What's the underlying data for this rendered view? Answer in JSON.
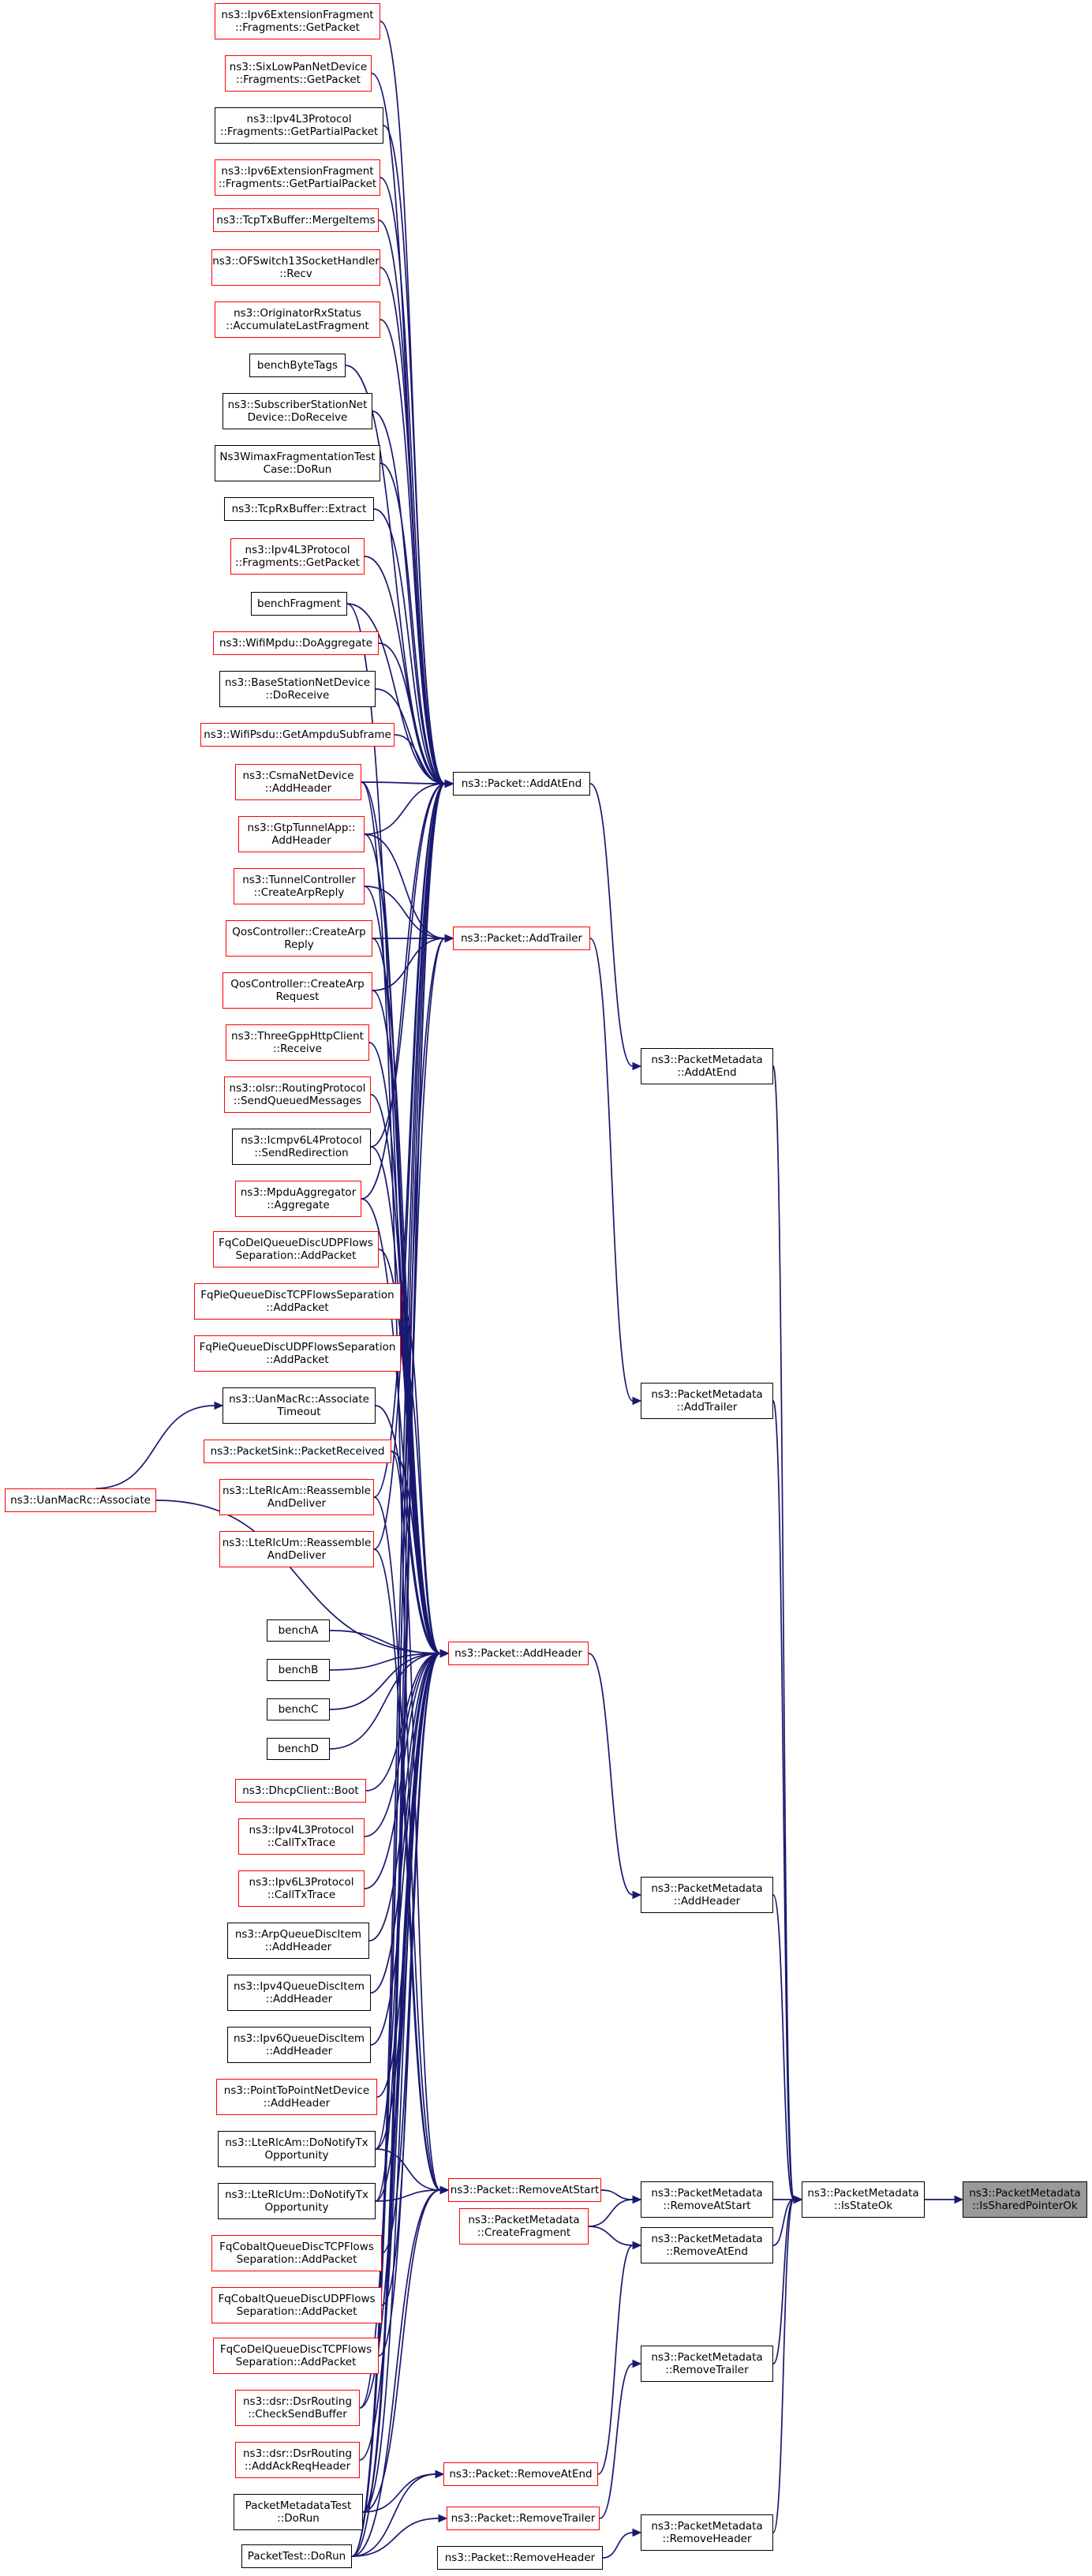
{
  "colors": {
    "edge": "#191970",
    "border_default": "#000000",
    "border_link": "#ff0000",
    "target_fill": "#999999"
  },
  "nodes": [
    {
      "id": "n_ipv6ext_getpacket",
      "lines": [
        "ns3::Ipv6ExtensionFragment",
        "::Fragments::GetPacket"
      ],
      "border": "red"
    },
    {
      "id": "n_sixlowpan_getpacket",
      "lines": [
        "ns3::SixLowPanNetDevice",
        "::Fragments::GetPacket"
      ],
      "border": "red"
    },
    {
      "id": "n_ipv4_getpartial",
      "lines": [
        "ns3::Ipv4L3Protocol",
        "::Fragments::GetPartialPacket"
      ],
      "border": "black"
    },
    {
      "id": "n_ipv6ext_getpartial",
      "lines": [
        "ns3::Ipv6ExtensionFragment",
        "::Fragments::GetPartialPacket"
      ],
      "border": "red"
    },
    {
      "id": "n_tcptx_merge",
      "lines": [
        "ns3::TcpTxBuffer::MergeItems"
      ],
      "border": "red"
    },
    {
      "id": "n_ofswitch_recv",
      "lines": [
        "ns3::OFSwitch13SocketHandler",
        "::Recv"
      ],
      "border": "red"
    },
    {
      "id": "n_originator_accum",
      "lines": [
        "ns3::OriginatorRxStatus",
        "::AccumulateLastFragment"
      ],
      "border": "red"
    },
    {
      "id": "n_benchbytetags",
      "lines": [
        "benchByteTags"
      ],
      "border": "black"
    },
    {
      "id": "n_subscriber_doreceive",
      "lines": [
        "ns3::SubscriberStationNet",
        "Device::DoReceive"
      ],
      "border": "black"
    },
    {
      "id": "n_ns3wimax_dorun",
      "lines": [
        "Ns3WimaxFragmentationTest",
        "Case::DoRun"
      ],
      "border": "black"
    },
    {
      "id": "n_tcprx_extract",
      "lines": [
        "ns3::TcpRxBuffer::Extract"
      ],
      "border": "black"
    },
    {
      "id": "n_ipv4_getpacket",
      "lines": [
        "ns3::Ipv4L3Protocol",
        "::Fragments::GetPacket"
      ],
      "border": "red"
    },
    {
      "id": "n_benchfragment",
      "lines": [
        "benchFragment"
      ],
      "border": "black"
    },
    {
      "id": "n_wifimpdu_doagg",
      "lines": [
        "ns3::WifiMpdu::DoAggregate"
      ],
      "border": "red"
    },
    {
      "id": "n_basestation_doreceive",
      "lines": [
        "ns3::BaseStationNetDevice",
        "::DoReceive"
      ],
      "border": "black"
    },
    {
      "id": "n_wifipsdu_getampdu",
      "lines": [
        "ns3::WifiPsdu::GetAmpduSubframe"
      ],
      "border": "red"
    },
    {
      "id": "n_csma_addheader",
      "lines": [
        "ns3::CsmaNetDevice",
        "::AddHeader"
      ],
      "border": "red"
    },
    {
      "id": "n_gtp_addheader",
      "lines": [
        "ns3::GtpTunnelApp::",
        "AddHeader"
      ],
      "border": "red"
    },
    {
      "id": "n_tunnel_arpreply",
      "lines": [
        "ns3::TunnelController",
        "::CreateArpReply"
      ],
      "border": "red"
    },
    {
      "id": "n_qos_arpreply",
      "lines": [
        "QosController::CreateArp",
        "Reply"
      ],
      "border": "red"
    },
    {
      "id": "n_qos_arprequest",
      "lines": [
        "QosController::CreateArp",
        "Request"
      ],
      "border": "red"
    },
    {
      "id": "n_threegpp_receive",
      "lines": [
        "ns3::ThreeGppHttpClient",
        "::Receive"
      ],
      "border": "red"
    },
    {
      "id": "n_olsr_sendqueued",
      "lines": [
        "ns3::olsr::RoutingProtocol",
        "::SendQueuedMessages"
      ],
      "border": "red"
    },
    {
      "id": "n_icmpv6_sendredir",
      "lines": [
        "ns3::Icmpv6L4Protocol",
        "::SendRedirection"
      ],
      "border": "black"
    },
    {
      "id": "n_mpdu_aggregate",
      "lines": [
        "ns3::MpduAggregator",
        "::Aggregate"
      ],
      "border": "red"
    },
    {
      "id": "n_fqcodel_udp",
      "lines": [
        "FqCoDelQueueDiscUDPFlows",
        "Separation::AddPacket"
      ],
      "border": "red"
    },
    {
      "id": "n_fqpie_tcp",
      "lines": [
        "FqPieQueueDiscTCPFlowsSeparation",
        "::AddPacket"
      ],
      "border": "red"
    },
    {
      "id": "n_fqpie_udp",
      "lines": [
        "FqPieQueueDiscUDPFlowsSeparation",
        "::AddPacket"
      ],
      "border": "red"
    },
    {
      "id": "n_uanmac_assoc_timeout",
      "lines": [
        "ns3::UanMacRc::Associate",
        "Timeout"
      ],
      "border": "black"
    },
    {
      "id": "n_packetsink_received",
      "lines": [
        "ns3::PacketSink::PacketReceived"
      ],
      "border": "red"
    },
    {
      "id": "n_lterlcam_reassemble",
      "lines": [
        "ns3::LteRlcAm::Reassemble",
        "AndDeliver"
      ],
      "border": "red"
    },
    {
      "id": "n_lterlcum_reassemble",
      "lines": [
        "ns3::LteRlcUm::Reassemble",
        "AndDeliver"
      ],
      "border": "red"
    },
    {
      "id": "n_uanmac_associate",
      "lines": [
        "ns3::UanMacRc::Associate"
      ],
      "border": "red"
    },
    {
      "id": "n_bencha",
      "lines": [
        "benchA"
      ],
      "border": "black"
    },
    {
      "id": "n_benchb",
      "lines": [
        "benchB"
      ],
      "border": "black"
    },
    {
      "id": "n_benchc",
      "lines": [
        "benchC"
      ],
      "border": "black"
    },
    {
      "id": "n_benchd",
      "lines": [
        "benchD"
      ],
      "border": "black"
    },
    {
      "id": "n_dhcp_boot",
      "lines": [
        "ns3::DhcpClient::Boot"
      ],
      "border": "red"
    },
    {
      "id": "n_ipv4_calltx",
      "lines": [
        "ns3::Ipv4L3Protocol",
        "::CallTxTrace"
      ],
      "border": "red"
    },
    {
      "id": "n_ipv6_calltx",
      "lines": [
        "ns3::Ipv6L3Protocol",
        "::CallTxTrace"
      ],
      "border": "red"
    },
    {
      "id": "n_arpqdi_addheader",
      "lines": [
        "ns3::ArpQueueDiscItem",
        "::AddHeader"
      ],
      "border": "black"
    },
    {
      "id": "n_ipv4qdi_addheader",
      "lines": [
        "ns3::Ipv4QueueDiscItem",
        "::AddHeader"
      ],
      "border": "black"
    },
    {
      "id": "n_ipv6qdi_addheader",
      "lines": [
        "ns3::Ipv6QueueDiscItem",
        "::AddHeader"
      ],
      "border": "black"
    },
    {
      "id": "n_p2p_addheader",
      "lines": [
        "ns3::PointToPointNetDevice",
        "::AddHeader"
      ],
      "border": "red"
    },
    {
      "id": "n_lterlcam_notify",
      "lines": [
        "ns3::LteRlcAm::DoNotifyTx",
        "Opportunity"
      ],
      "border": "black"
    },
    {
      "id": "n_lterlcum_notify",
      "lines": [
        "ns3::LteRlcUm::DoNotifyTx",
        "Opportunity"
      ],
      "border": "black"
    },
    {
      "id": "n_fqcobalt_tcp",
      "lines": [
        "FqCobaltQueueDiscTCPFlows",
        "Separation::AddPacket"
      ],
      "border": "red"
    },
    {
      "id": "n_fqcobalt_udp",
      "lines": [
        "FqCobaltQueueDiscUDPFlows",
        "Separation::AddPacket"
      ],
      "border": "red"
    },
    {
      "id": "n_fqcodel_tcp",
      "lines": [
        "FqCoDelQueueDiscTCPFlows",
        "Separation::AddPacket"
      ],
      "border": "red"
    },
    {
      "id": "n_dsr_checksend",
      "lines": [
        "ns3::dsr::DsrRouting",
        "::CheckSendBuffer"
      ],
      "border": "red"
    },
    {
      "id": "n_dsr_addack",
      "lines": [
        "ns3::dsr::DsrRouting",
        "::AddAckReqHeader"
      ],
      "border": "red"
    },
    {
      "id": "n_pmtest_dorun",
      "lines": [
        "PacketMetadataTest",
        "::DoRun"
      ],
      "border": "black"
    },
    {
      "id": "n_packettest_dorun",
      "lines": [
        "PacketTest::DoRun"
      ],
      "border": "black"
    },
    {
      "id": "n_packet_addatend",
      "lines": [
        "ns3::Packet::AddAtEnd"
      ],
      "border": "black"
    },
    {
      "id": "n_packet_addtrailer",
      "lines": [
        "ns3::Packet::AddTrailer"
      ],
      "border": "red"
    },
    {
      "id": "n_packet_addheader",
      "lines": [
        "ns3::Packet::AddHeader"
      ],
      "border": "red"
    },
    {
      "id": "n_packet_removeatstart",
      "lines": [
        "ns3::Packet::RemoveAtStart"
      ],
      "border": "red"
    },
    {
      "id": "n_pm_createfragment",
      "lines": [
        "ns3::PacketMetadata",
        "::CreateFragment"
      ],
      "border": "red"
    },
    {
      "id": "n_packet_removeatend",
      "lines": [
        "ns3::Packet::RemoveAtEnd"
      ],
      "border": "red"
    },
    {
      "id": "n_packet_removetrailer",
      "lines": [
        "ns3::Packet::RemoveTrailer"
      ],
      "border": "red"
    },
    {
      "id": "n_packet_removeheader",
      "lines": [
        "ns3::Packet::RemoveHeader"
      ],
      "border": "black"
    },
    {
      "id": "n_pm_addatend",
      "lines": [
        "ns3::PacketMetadata",
        "::AddAtEnd"
      ],
      "border": "black"
    },
    {
      "id": "n_pm_addtrailer",
      "lines": [
        "ns3::PacketMetadata",
        "::AddTrailer"
      ],
      "border": "black"
    },
    {
      "id": "n_pm_addheader",
      "lines": [
        "ns3::PacketMetadata",
        "::AddHeader"
      ],
      "border": "black"
    },
    {
      "id": "n_pm_removeatstart",
      "lines": [
        "ns3::PacketMetadata",
        "::RemoveAtStart"
      ],
      "border": "black"
    },
    {
      "id": "n_pm_removeatend",
      "lines": [
        "ns3::PacketMetadata",
        "::RemoveAtEnd"
      ],
      "border": "black"
    },
    {
      "id": "n_pm_removetrailer",
      "lines": [
        "ns3::PacketMetadata",
        "::RemoveTrailer"
      ],
      "border": "black"
    },
    {
      "id": "n_pm_removeheader",
      "lines": [
        "ns3::PacketMetadata",
        "::RemoveHeader"
      ],
      "border": "black"
    },
    {
      "id": "n_pm_isstateok",
      "lines": [
        "ns3::PacketMetadata",
        "::IsStateOk"
      ],
      "border": "black"
    },
    {
      "id": "n_pm_issharedpointerok",
      "lines": [
        "ns3::PacketMetadata",
        "::IsSharedPointerOk"
      ],
      "border": "black",
      "target": true
    }
  ],
  "edges": [
    [
      "n_ipv6ext_getpacket",
      "n_packet_addatend"
    ],
    [
      "n_sixlowpan_getpacket",
      "n_packet_addatend"
    ],
    [
      "n_ipv4_getpartial",
      "n_packet_addatend"
    ],
    [
      "n_ipv6ext_getpartial",
      "n_packet_addatend"
    ],
    [
      "n_tcptx_merge",
      "n_packet_addatend"
    ],
    [
      "n_ofswitch_recv",
      "n_packet_addatend"
    ],
    [
      "n_originator_accum",
      "n_packet_addatend"
    ],
    [
      "n_benchbytetags",
      "n_packet_addatend"
    ],
    [
      "n_subscriber_doreceive",
      "n_packet_addatend"
    ],
    [
      "n_ns3wimax_dorun",
      "n_packet_addatend"
    ],
    [
      "n_tcprx_extract",
      "n_packet_addatend"
    ],
    [
      "n_ipv4_getpacket",
      "n_packet_addatend"
    ],
    [
      "n_benchfragment",
      "n_packet_addatend"
    ],
    [
      "n_wifimpdu_doagg",
      "n_packet_addatend"
    ],
    [
      "n_basestation_doreceive",
      "n_packet_addatend"
    ],
    [
      "n_wifipsdu_getampdu",
      "n_packet_addatend"
    ],
    [
      "n_csma_addheader",
      "n_packet_addatend"
    ],
    [
      "n_gtp_addheader",
      "n_packet_addatend"
    ],
    [
      "n_icmpv6_sendredir",
      "n_packet_addatend"
    ],
    [
      "n_mpdu_aggregate",
      "n_packet_addatend"
    ],
    [
      "n_lterlcam_reassemble",
      "n_packet_addatend"
    ],
    [
      "n_lterlcum_reassemble",
      "n_packet_addatend"
    ],
    [
      "n_lterlcam_notify",
      "n_packet_addatend"
    ],
    [
      "n_lterlcum_notify",
      "n_packet_addatend"
    ],
    [
      "n_dsr_checksend",
      "n_packet_addatend"
    ],
    [
      "n_pmtest_dorun",
      "n_packet_addatend"
    ],
    [
      "n_packettest_dorun",
      "n_packet_addatend"
    ],
    [
      "n_tunnel_arpreply",
      "n_packet_addtrailer"
    ],
    [
      "n_qos_arpreply",
      "n_packet_addtrailer"
    ],
    [
      "n_qos_arprequest",
      "n_packet_addtrailer"
    ],
    [
      "n_gtp_addheader",
      "n_packet_addtrailer"
    ],
    [
      "n_pmtest_dorun",
      "n_packet_addtrailer"
    ],
    [
      "n_packettest_dorun",
      "n_packet_addtrailer"
    ],
    [
      "n_benchfragment",
      "n_packet_addheader"
    ],
    [
      "n_csma_addheader",
      "n_packet_addheader"
    ],
    [
      "n_gtp_addheader",
      "n_packet_addheader"
    ],
    [
      "n_tunnel_arpreply",
      "n_packet_addheader"
    ],
    [
      "n_qos_arpreply",
      "n_packet_addheader"
    ],
    [
      "n_qos_arprequest",
      "n_packet_addheader"
    ],
    [
      "n_threegpp_receive",
      "n_packet_addheader"
    ],
    [
      "n_olsr_sendqueued",
      "n_packet_addheader"
    ],
    [
      "n_icmpv6_sendredir",
      "n_packet_addheader"
    ],
    [
      "n_mpdu_aggregate",
      "n_packet_addheader"
    ],
    [
      "n_fqcodel_udp",
      "n_packet_addheader"
    ],
    [
      "n_fqpie_tcp",
      "n_packet_addheader"
    ],
    [
      "n_fqpie_udp",
      "n_packet_addheader"
    ],
    [
      "n_uanmac_assoc_timeout",
      "n_packet_addheader"
    ],
    [
      "n_packetsink_received",
      "n_packet_addheader"
    ],
    [
      "n_uanmac_associate",
      "n_packet_addheader"
    ],
    [
      "n_bencha",
      "n_packet_addheader"
    ],
    [
      "n_benchb",
      "n_packet_addheader"
    ],
    [
      "n_benchc",
      "n_packet_addheader"
    ],
    [
      "n_benchd",
      "n_packet_addheader"
    ],
    [
      "n_dhcp_boot",
      "n_packet_addheader"
    ],
    [
      "n_ipv4_calltx",
      "n_packet_addheader"
    ],
    [
      "n_ipv6_calltx",
      "n_packet_addheader"
    ],
    [
      "n_arpqdi_addheader",
      "n_packet_addheader"
    ],
    [
      "n_ipv4qdi_addheader",
      "n_packet_addheader"
    ],
    [
      "n_ipv6qdi_addheader",
      "n_packet_addheader"
    ],
    [
      "n_p2p_addheader",
      "n_packet_addheader"
    ],
    [
      "n_lterlcam_notify",
      "n_packet_addheader"
    ],
    [
      "n_lterlcum_notify",
      "n_packet_addheader"
    ],
    [
      "n_fqcobalt_tcp",
      "n_packet_addheader"
    ],
    [
      "n_fqcobalt_udp",
      "n_packet_addheader"
    ],
    [
      "n_fqcodel_tcp",
      "n_packet_addheader"
    ],
    [
      "n_dsr_checksend",
      "n_packet_addheader"
    ],
    [
      "n_dsr_addack",
      "n_packet_addheader"
    ],
    [
      "n_pmtest_dorun",
      "n_packet_addheader"
    ],
    [
      "n_packettest_dorun",
      "n_packet_addheader"
    ],
    [
      "n_uanmac_associate",
      "n_uanmac_assoc_timeout"
    ],
    [
      "n_csma_addheader",
      "n_packet_removeatstart"
    ],
    [
      "n_packetsink_received",
      "n_packet_removeatstart"
    ],
    [
      "n_lterlcam_reassemble",
      "n_packet_removeatstart"
    ],
    [
      "n_lterlcum_reassemble",
      "n_packet_removeatstart"
    ],
    [
      "n_lterlcam_notify",
      "n_packet_removeatstart"
    ],
    [
      "n_lterlcum_notify",
      "n_packet_removeatstart"
    ],
    [
      "n_pmtest_dorun",
      "n_packet_removeatstart"
    ],
    [
      "n_packettest_dorun",
      "n_packet_removeatstart"
    ],
    [
      "n_pmtest_dorun",
      "n_packet_removeatend"
    ],
    [
      "n_packettest_dorun",
      "n_packet_removeatend"
    ],
    [
      "n_packettest_dorun",
      "n_packet_removetrailer"
    ],
    [
      "n_packet_addatend",
      "n_pm_addatend"
    ],
    [
      "n_packet_addtrailer",
      "n_pm_addtrailer"
    ],
    [
      "n_packet_addheader",
      "n_pm_addheader"
    ],
    [
      "n_packet_removeatstart",
      "n_pm_removeatstart"
    ],
    [
      "n_pm_createfragment",
      "n_pm_removeatstart"
    ],
    [
      "n_pm_createfragment",
      "n_pm_removeatend"
    ],
    [
      "n_packet_removeatend",
      "n_pm_removeatend"
    ],
    [
      "n_packet_removetrailer",
      "n_pm_removetrailer"
    ],
    [
      "n_packet_removeheader",
      "n_pm_removeheader"
    ],
    [
      "n_pm_addatend",
      "n_pm_isstateok"
    ],
    [
      "n_pm_addtrailer",
      "n_pm_isstateok"
    ],
    [
      "n_pm_addheader",
      "n_pm_isstateok"
    ],
    [
      "n_pm_removeatstart",
      "n_pm_isstateok"
    ],
    [
      "n_pm_removeatend",
      "n_pm_isstateok"
    ],
    [
      "n_pm_removetrailer",
      "n_pm_isstateok"
    ],
    [
      "n_pm_removeheader",
      "n_pm_isstateok"
    ],
    [
      "n_pm_isstateok",
      "n_pm_issharedpointerok"
    ]
  ]
}
